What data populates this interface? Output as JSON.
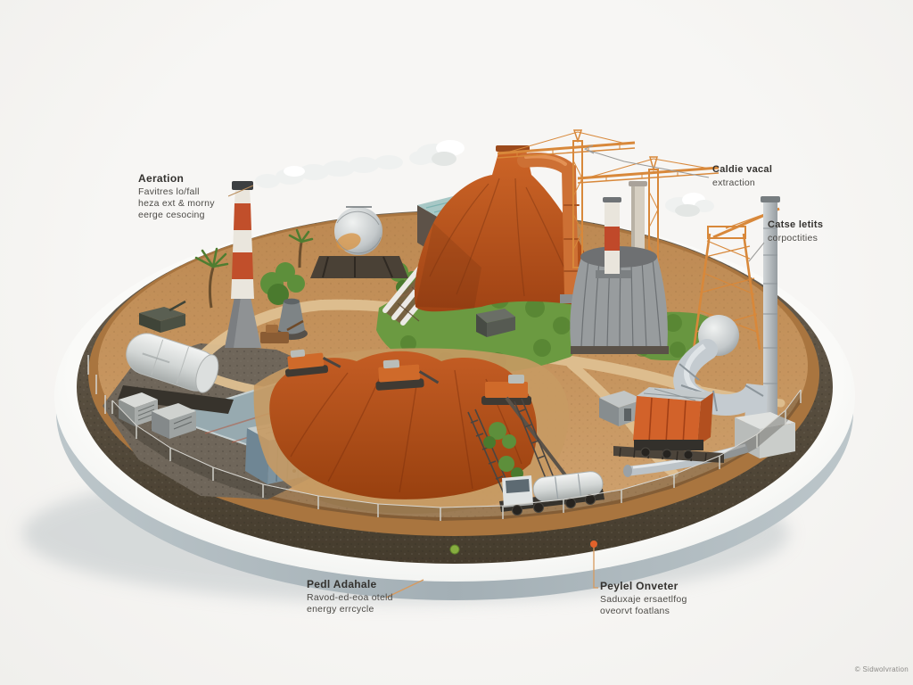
{
  "illustration": {
    "kind": "isometric-industrial-mining-site",
    "background_color": "#f5f4f2",
    "palette": {
      "platform_rim": "#fbfbf9",
      "rim_shadow_band": "#a8b4ba",
      "gravel_wall": "#554a3a",
      "ground_tan": "#c6955f",
      "ore_orange": "#bf5a22",
      "vegetation_green": "#6a9a41",
      "crane_orange": "#d8883a",
      "chimney_red": "#c14f2b",
      "metal_silver": "#c6cdd2",
      "wagon_orange": "#d2622a",
      "pad_bluegrey": "#97aab0",
      "accent_leader_orange": "#d89a5e",
      "marker_green_dot": "#86ad3f",
      "marker_orange_dot": "#e2622b"
    }
  },
  "labels": {
    "top_left": {
      "title": "Aeration",
      "line1": "Favitres lo/fall",
      "line2": "heza ext & morny",
      "line3": "eerge cesocing"
    },
    "top_right": {
      "title": "Caldie vacal",
      "line1": "extraction"
    },
    "right": {
      "title": "Catse letits",
      "line1": "corpoctities"
    },
    "bottom_left": {
      "title": "Pedl Adahale",
      "line1": "Ravod-ed-eoa oteld",
      "line2": "energy errcycle"
    },
    "bottom_right": {
      "title": "Peylel Onveter",
      "line1": "Saduxaje ersaetlfog",
      "line2": "oveorvt foatlans"
    },
    "copyright": "© Sidwolvration"
  }
}
